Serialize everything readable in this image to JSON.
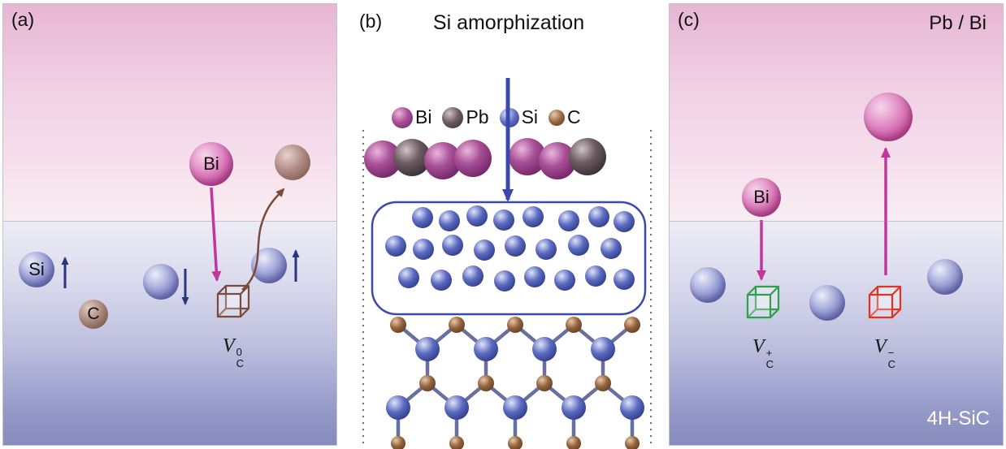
{
  "figure": {
    "panel_a": {
      "label": "(a)",
      "atoms": {
        "bi": "Bi",
        "si": "Si",
        "c": "C"
      },
      "vacancy_neutral": {
        "symbol": "V",
        "site": "C",
        "charge": "0"
      }
    },
    "panel_b": {
      "label": "(b)",
      "title": "Si amorphization",
      "legend": [
        {
          "label": "Bi",
          "color": "#8e2f7e"
        },
        {
          "label": "Pb",
          "color": "#3a3034"
        },
        {
          "label": "Si",
          "color": "#35418f"
        },
        {
          "label": "C",
          "color": "#74492f"
        }
      ]
    },
    "panel_c": {
      "label": "(c)",
      "dopant_label": "Pb / Bi",
      "atoms": {
        "bi": "Bi"
      },
      "vacancy_positive": {
        "symbol": "V",
        "site": "C",
        "charge": "+"
      },
      "vacancy_negative": {
        "symbol": "V",
        "site": "C",
        "charge": "−"
      },
      "material_label": "4H-SiC"
    },
    "colors": {
      "arrow_magenta": "#c2379b",
      "arrow_blue": "#3b49ad",
      "arrow_navy": "#2a3580",
      "arrow_brown": "#7a4a3a",
      "vacancy_neutral_outline": "#7a4a3a",
      "vacancy_positive_outline": "#2ca24c",
      "vacancy_negative_outline": "#e03322"
    }
  }
}
